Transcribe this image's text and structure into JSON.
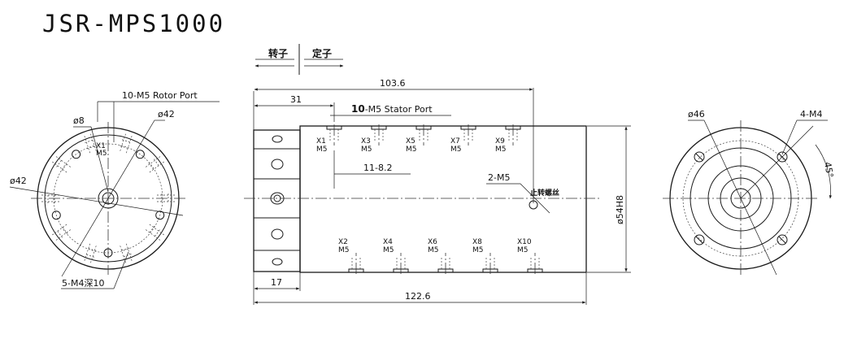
{
  "title": "JSR-MPS1000",
  "labels": {
    "rotor": "转子",
    "stator": "定子",
    "rotor_port": "10-M5 Rotor Port",
    "stator_port_count": "10",
    "stator_port_text": "-M5 Stator Port",
    "phi8": "ø8",
    "phi42_top": "ø42",
    "phi42_left": "ø42",
    "m4_deep": "5-M4深10",
    "dim_103": "103.6",
    "dim_31": "31",
    "dim_11": "11-8.2",
    "m5_2": "2-M5",
    "anti_rot": "止转螺丝",
    "phi54": "ø54H8",
    "dim_17": "17",
    "dim_122": "122.6",
    "phi46": "ø46",
    "m4_4": "4-M4",
    "deg45": "45°"
  },
  "ports_top": [
    {
      "name": "X1",
      "size": "M5"
    },
    {
      "name": "X3",
      "size": "M5"
    },
    {
      "name": "X5",
      "size": "M5"
    },
    {
      "name": "X7",
      "size": "M5"
    },
    {
      "name": "X9",
      "size": "M5"
    }
  ],
  "ports_bottom": [
    {
      "name": "X2",
      "size": "M5"
    },
    {
      "name": "X4",
      "size": "M5"
    },
    {
      "name": "X6",
      "size": "M5"
    },
    {
      "name": "X8",
      "size": "M5"
    },
    {
      "name": "X10",
      "size": "M5"
    }
  ]
}
